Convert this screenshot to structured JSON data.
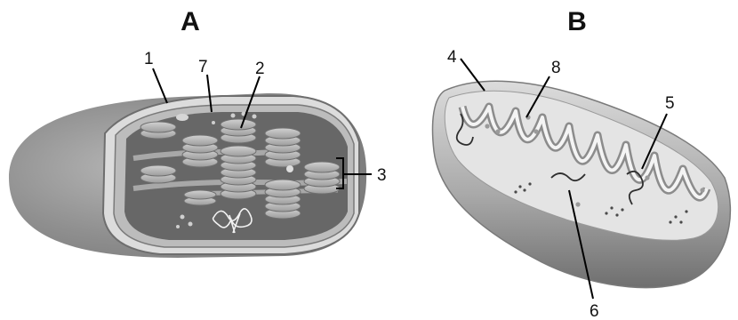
{
  "panels": [
    {
      "letter": "A"
    },
    {
      "letter": "B"
    }
  ],
  "labels": {
    "l1": "1",
    "l2": "2",
    "l3": "3",
    "l4": "4",
    "l5": "5",
    "l6": "6",
    "l7": "7",
    "l8": "8"
  },
  "colors": {
    "outer_gray": "#8f8f8f",
    "stroma_dark": "#666666",
    "granum_light": "#bdbdbd",
    "membrane_light": "#e6e6e6",
    "matrix_gray": "#8a8a8a"
  }
}
